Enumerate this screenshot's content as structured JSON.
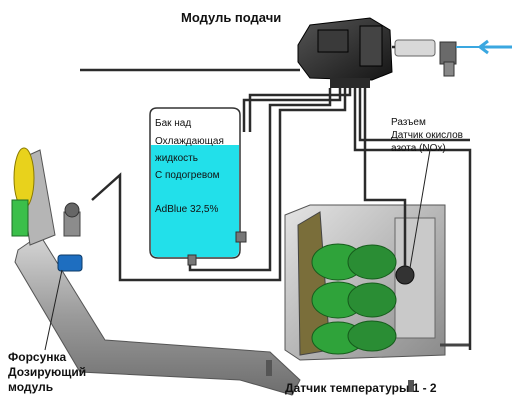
{
  "labels": {
    "supply_module": "Модуль подачи",
    "tank": {
      "line1": "Бак над",
      "line2": "Охлаждающая",
      "line3": "жидкость",
      "line4": "С подогревом",
      "fluid": "AdBlue 32,5%"
    },
    "nox_connector": {
      "line1": "Разъем",
      "line2": "Датчик окислов",
      "line3": "азота (NOx)"
    },
    "injector": {
      "line1": "Форсунка",
      "line2": "Дозирующий",
      "line3": "модуль"
    },
    "temp_sensor": "Датчик температуры 1 - 2"
  },
  "colors": {
    "tank_fluid": "#22e0ea",
    "pipe_gray": "#9a9a9a",
    "module_dark": "#2a2a2a",
    "catalyst_green": "#2fa33a",
    "inlet_arrow": "#3aa7e0",
    "injector_yellow": "#e8d21c"
  }
}
